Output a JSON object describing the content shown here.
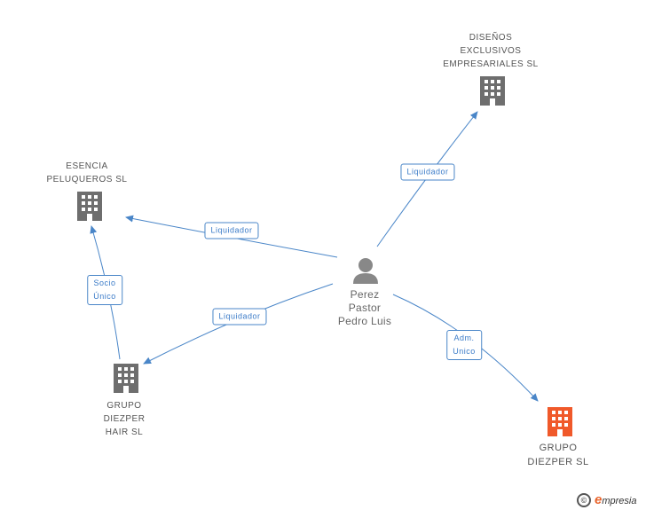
{
  "colors": {
    "edge": "#4a86c8",
    "company": "#6e6e6e",
    "highlight": "#f0592a",
    "person": "#888888"
  },
  "nodes": {
    "disenos": {
      "label": "DISEÑOS\nEXCLUSIVOS\nEMPRESARIALES SL",
      "icon": "building-icon"
    },
    "esencia": {
      "label": "ESENCIA\nPELUQUEROS SL",
      "icon": "building-icon"
    },
    "perez": {
      "label": "Perez\nPastor\nPedro Luis",
      "icon": "person-icon"
    },
    "hair": {
      "label": "GRUPO\nDIEZPER\nHAIR SL",
      "icon": "building-icon"
    },
    "grupo": {
      "label": "GRUPO\nDIEZPER SL",
      "icon": "building-icon"
    }
  },
  "edges": {
    "e1": {
      "label": "Liquidador"
    },
    "e2": {
      "label": "Liquidador"
    },
    "e3": {
      "label": "Liquidador"
    },
    "e4": {
      "label": "Adm.\nUnico"
    },
    "e5": {
      "label": "Socio\nÚnico"
    }
  },
  "brand": {
    "symbol": "©",
    "initial": "e",
    "name": "mpresia"
  }
}
